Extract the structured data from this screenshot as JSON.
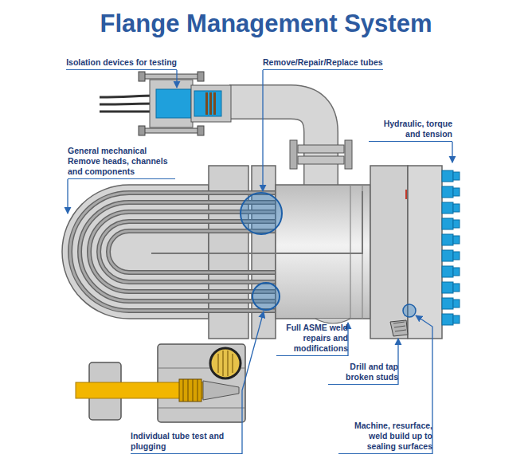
{
  "diagram": {
    "title": "Flange Management System",
    "labels": [
      "Isolation devices for testing",
      "Remove/Repair/Replace tubes",
      "Hydraulic, torque and tension",
      "General mechanical Remove heads, channels and components",
      "Full ASME weld repairs and modifications",
      "Drill and tap broken studs",
      "Machine, resurface, weld build up to sealing surfaces",
      "Individual tube test and plugging"
    ]
  }
}
